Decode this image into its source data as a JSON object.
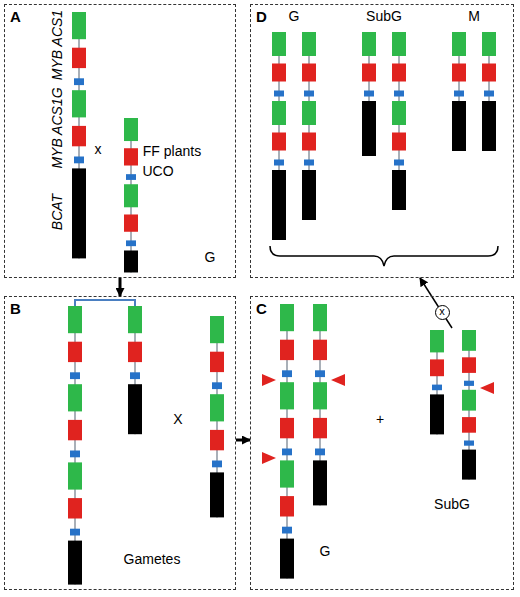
{
  "diagram": {
    "nodes": [
      {
        "text": [
          "A"
        ]
      },
      {
        "text": [
          "B"
        ]
      },
      {
        "text": [
          "C"
        ]
      },
      {
        "text": [
          "D"
        ]
      }
    ],
    "edges": [
      {
        "from": 0,
        "to": 1,
        "arrow": "to"
      },
      {
        "from": 1,
        "to": 2,
        "arrow": "to"
      },
      {
        "from": 2,
        "to": 3,
        "arrow": "to",
        "label": "x"
      }
    ],
    "labels": [
      "MYB ACS1",
      "MYB ACS1G",
      "BCAT",
      "x",
      "FF plants",
      "UCO",
      "G",
      "X",
      "Gametes",
      "G",
      "+",
      "SubG",
      "G",
      "SubG",
      "M"
    ]
  }
}
